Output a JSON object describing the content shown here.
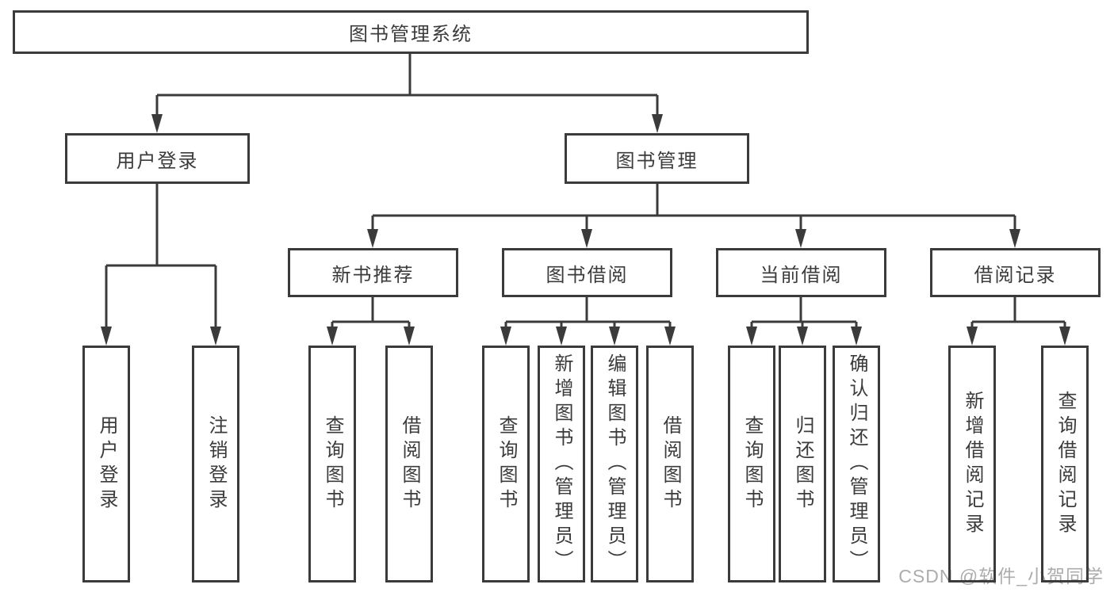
{
  "diagram": {
    "root": {
      "label": "图书管理系统"
    },
    "login_branch": {
      "label": "用户登录",
      "children": [
        {
          "label": "用户登录"
        },
        {
          "label": "注销登录"
        }
      ]
    },
    "mgmt_branch": {
      "label": "图书管理",
      "modules": [
        {
          "label": "新书推荐",
          "children": [
            {
              "label": "查询图书"
            },
            {
              "label": "借阅图书"
            }
          ]
        },
        {
          "label": "图书借阅",
          "children": [
            {
              "label": "查询图书"
            },
            {
              "label": "新增图书（管理员）"
            },
            {
              "label": "编辑图书（管理员）"
            },
            {
              "label": "借阅图书"
            }
          ]
        },
        {
          "label": "当前借阅",
          "children": [
            {
              "label": "查询图书"
            },
            {
              "label": "归还图书"
            },
            {
              "label": "确认归还（管理员）"
            }
          ]
        },
        {
          "label": "借阅记录",
          "children": [
            {
              "label": "新增借阅记录"
            },
            {
              "label": "查询借阅记录"
            }
          ]
        }
      ]
    },
    "watermark": {
      "text": "CSDN @软件_小贺同学"
    }
  }
}
